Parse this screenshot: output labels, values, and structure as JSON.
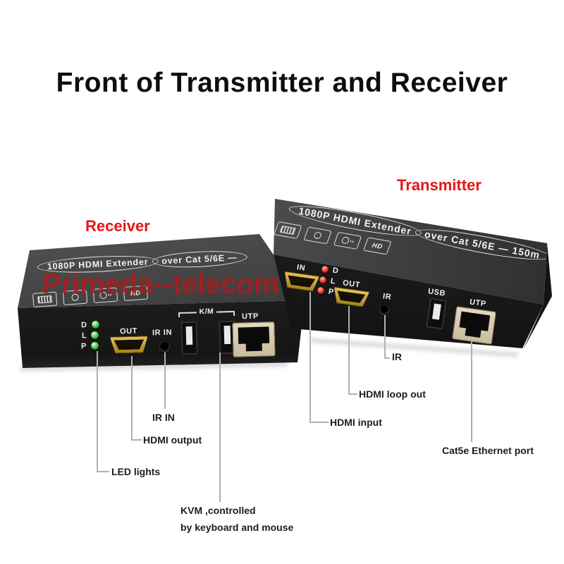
{
  "title": "Front of Transmitter and Receiver",
  "watermark": "Primeda--telecom",
  "colors": {
    "accent_red": "#e51616",
    "body_black": "#1d1d1d",
    "panel_gray": "#444444",
    "callout_line_gray": "#b0b0b0",
    "hdmi_gold": "#c9a232",
    "rj45_beige": "#d6cbb0",
    "led_green": "#3fbf3f",
    "led_red": "#d62b1f"
  },
  "receiver": {
    "name_label": "Receiver",
    "panel_text_left": "1080P HDMI Extender",
    "panel_text_right": "over Cat 5/6E —",
    "hd_badge": "HD",
    "leds": [
      "D",
      "L",
      "P"
    ],
    "ports": {
      "hdmi_out": "OUT",
      "ir_in": "IR IN",
      "kvm_group": "K/M",
      "utp": "UTP"
    }
  },
  "transmitter": {
    "name_label": "Transmitter",
    "panel_text_left": "1080P HDMI Extender",
    "panel_text_right": "over Cat 5/6E — 150m",
    "hd_badge": "HD",
    "leds": [
      "D",
      "L",
      "P"
    ],
    "ports": {
      "hdmi_in": "IN",
      "hdmi_out": "OUT",
      "ir": "IR",
      "usb": "USB",
      "utp": "UTP"
    }
  },
  "callouts": {
    "ir_in": "IR IN",
    "hdmi_output": "HDMI output",
    "led_lights": "LED lights",
    "kvm_line1": "KVM ,controlled",
    "kvm_line2": "by keyboard and mouse",
    "ir": "IR",
    "hdmi_loop_out": "HDMI loop out",
    "hdmi_input": "HDMI input",
    "cat5e": "Cat5e Ethernet port"
  }
}
